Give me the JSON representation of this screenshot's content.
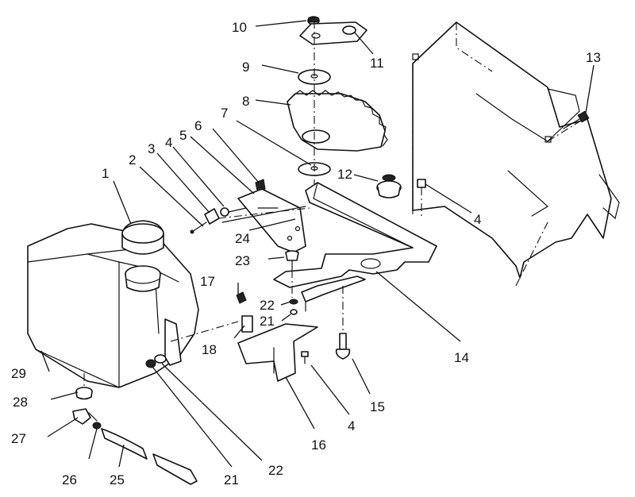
{
  "callouts": {
    "c1": "1",
    "c2": "2",
    "c3": "3",
    "c4a": "4",
    "c4b": "4",
    "c4c": "4",
    "c5": "5",
    "c6": "6",
    "c7": "7",
    "c8": "8",
    "c9": "9",
    "c10": "10",
    "c11": "11",
    "c12": "12",
    "c13": "13",
    "c14": "14",
    "c15": "15",
    "c16": "16",
    "c17": "17",
    "c18": "18",
    "c21a": "21",
    "c21b": "21",
    "c22a": "22",
    "c22b": "22",
    "c23": "23",
    "c24": "24",
    "c25": "25",
    "c26": "26",
    "c27": "27",
    "c28": "28",
    "c29": "29"
  }
}
